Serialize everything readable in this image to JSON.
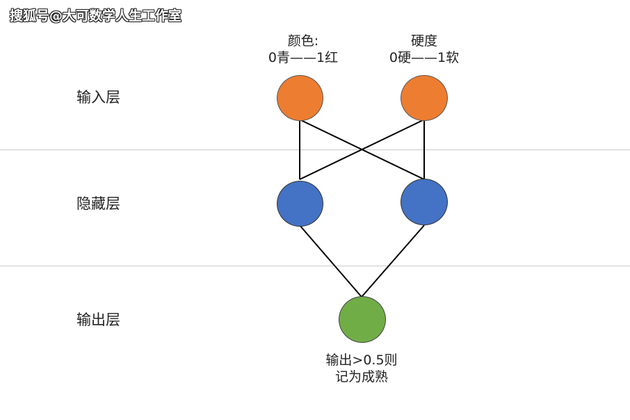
{
  "watermark": "搜狐号@大可数学人生工作室",
  "layers": {
    "input": "输入层",
    "hidden": "隐藏层",
    "output": "输出层"
  },
  "features": {
    "color": {
      "line1": "颜色:",
      "line2": "0青——1红"
    },
    "hardness": {
      "line1": "硬度",
      "line2": "0硬——1软"
    }
  },
  "output_note": {
    "line1": "输出>0.5则",
    "line2": "记为成熟"
  },
  "colors": {
    "input_node": "#ed7d31",
    "hidden_node": "#4472c4",
    "output_node": "#70ad47"
  }
}
